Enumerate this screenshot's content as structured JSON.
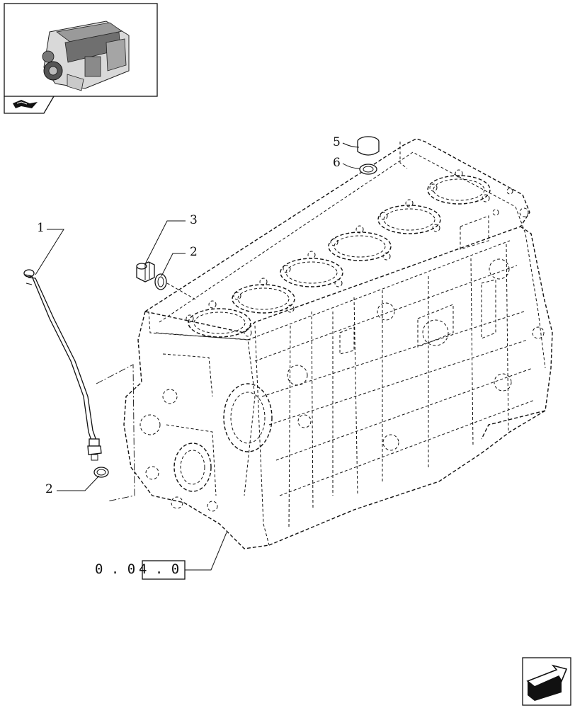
{
  "callouts": {
    "c1": "1",
    "c2a": "2",
    "c2b": "2",
    "c3": "3",
    "c5": "5",
    "c6": "6"
  },
  "reference": {
    "part1": "0 . 0",
    "part2": "4 . 0"
  },
  "icons": {
    "thumbnail": "engine-thumbnail-icon",
    "catalog": "catalog-book-icon",
    "next_page": "next-page-arrow-icon"
  }
}
